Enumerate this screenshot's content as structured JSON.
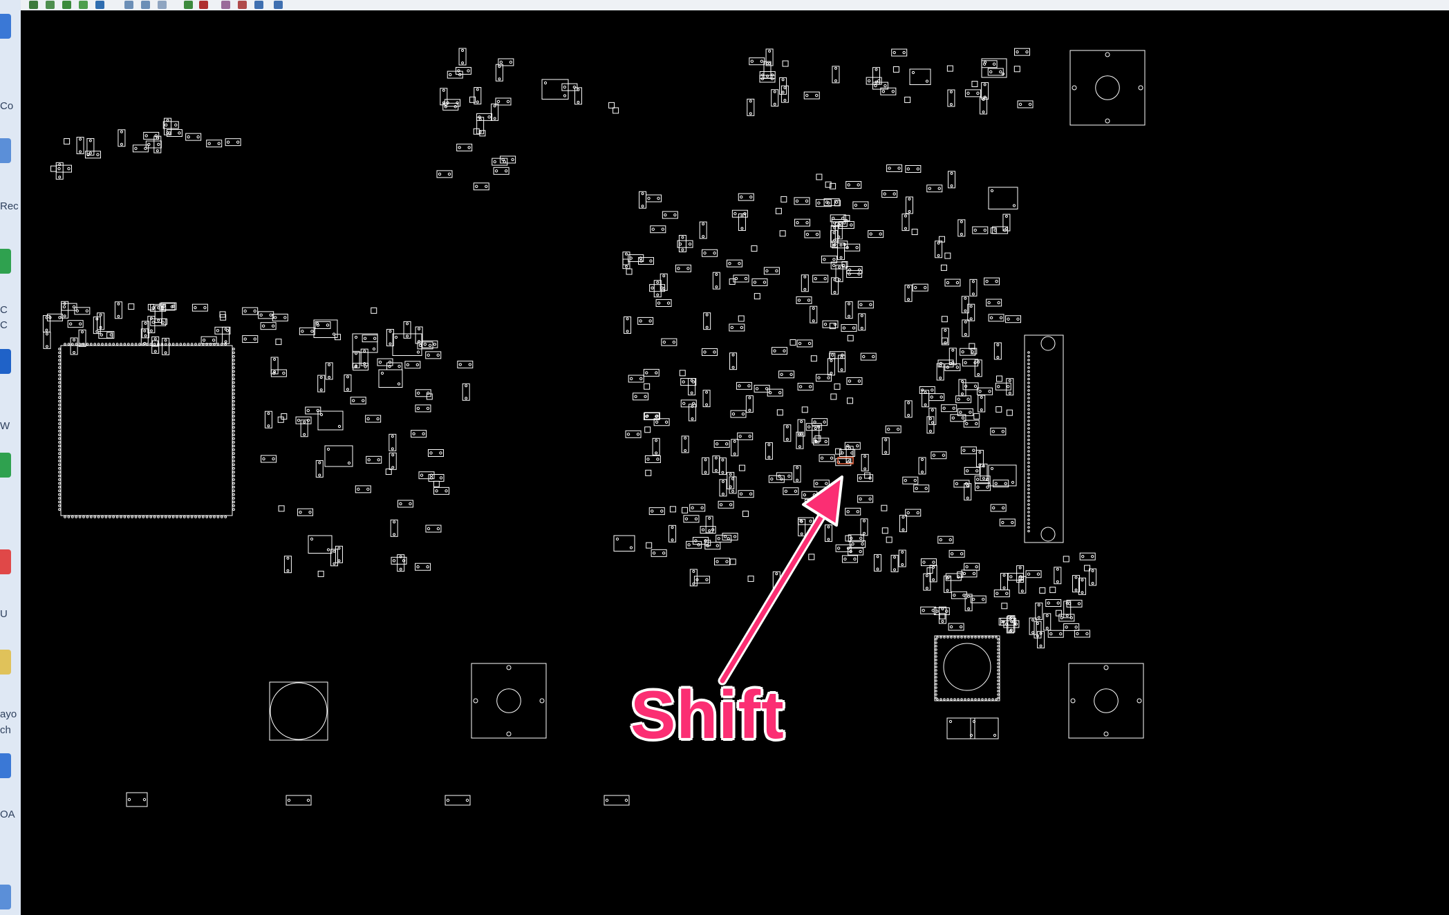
{
  "annotation": {
    "label": "Shift",
    "color": "#fb2e73",
    "outline": "#ffffff"
  },
  "app": {
    "canvas_background": "#000000",
    "outline_color": "#ffffff"
  },
  "toolbar": {
    "buttons": [
      "save-icon",
      "open-icon",
      "move-icon",
      "snap-icon",
      "layer-icon",
      "zoom-in-icon",
      "zoom-out-icon",
      "select-icon",
      "clip-icon",
      "delete-icon",
      "report-icon",
      "grid-icon",
      "print-icon",
      "info-icon"
    ]
  },
  "left_panel": {
    "fragments": [
      "Co",
      "Rec",
      "C",
      "C",
      "W",
      "U",
      "ayo",
      "ch",
      "OA"
    ]
  }
}
